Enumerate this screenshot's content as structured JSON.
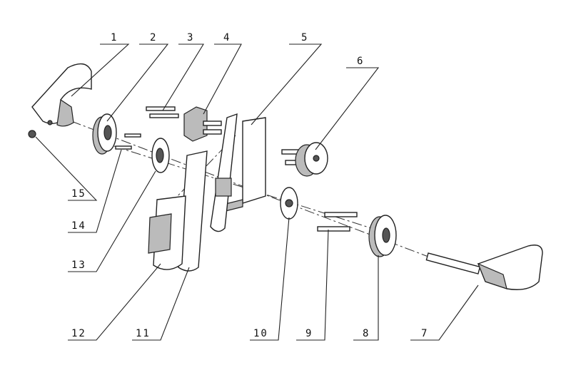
{
  "title": "Mortise lock exploded view",
  "callouts": [
    {
      "number": "1",
      "part": "lever-handle-left"
    },
    {
      "number": "2",
      "part": "rose-left"
    },
    {
      "number": "3",
      "part": "through-bolts"
    },
    {
      "number": "4",
      "part": "spindle-adapter"
    },
    {
      "number": "5",
      "part": "lock-case"
    },
    {
      "number": "6",
      "part": "cylinder-cover"
    },
    {
      "number": "7",
      "part": "lever-handle-right"
    },
    {
      "number": "8",
      "part": "rose-right"
    },
    {
      "number": "9",
      "part": "screws"
    },
    {
      "number": "10",
      "part": "rose-base-right"
    },
    {
      "number": "11",
      "part": "strike-plate"
    },
    {
      "number": "12",
      "part": "strike-box"
    },
    {
      "number": "13",
      "part": "rose-base-left"
    },
    {
      "number": "14",
      "part": "small-screws"
    },
    {
      "number": "15",
      "part": "grub-screw"
    }
  ]
}
